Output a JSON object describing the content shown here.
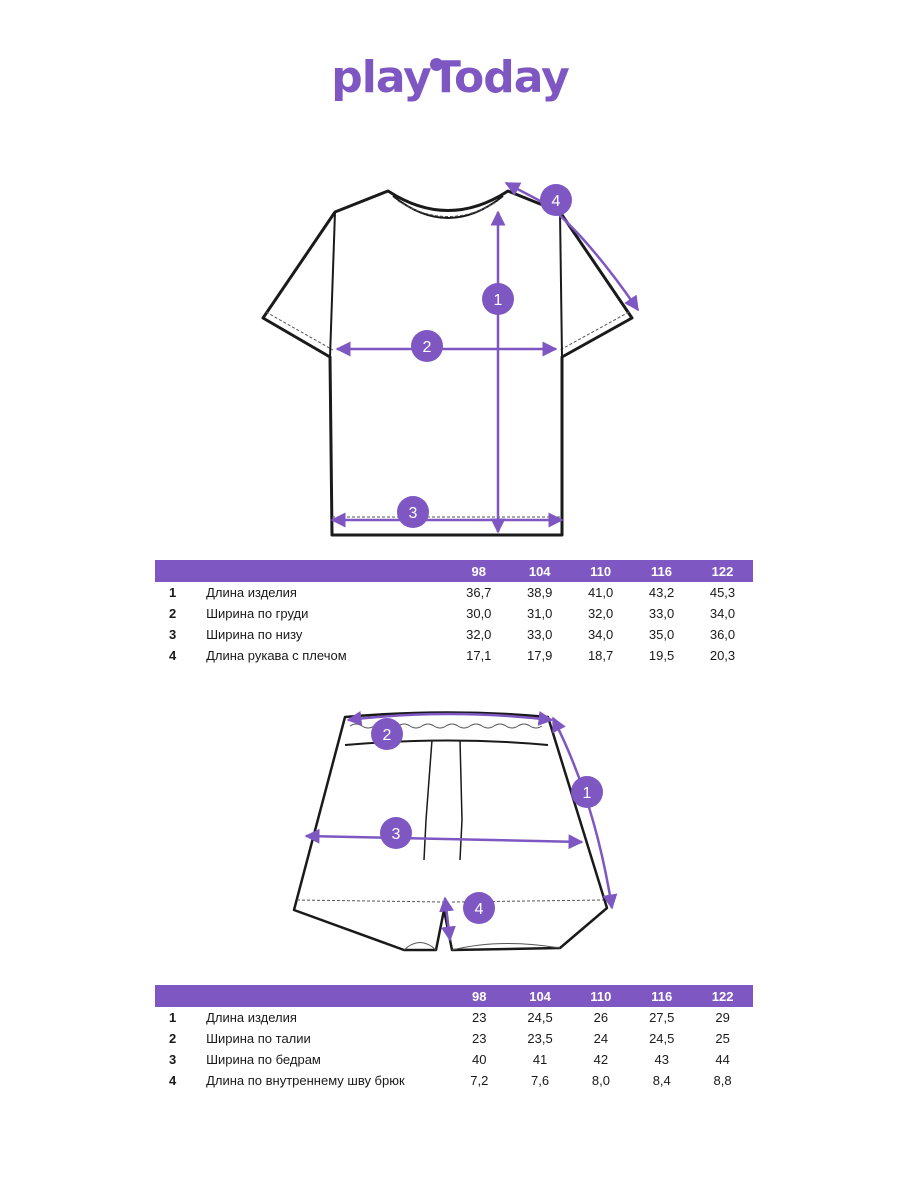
{
  "brand": {
    "name": "playToday"
  },
  "colors": {
    "accent": "#7e57c2",
    "line": "#1a1a1a"
  },
  "top": {
    "markers": [
      "1",
      "2",
      "3",
      "4"
    ],
    "sizes": [
      "98",
      "104",
      "110",
      "116",
      "122"
    ],
    "rows": [
      {
        "num": "1",
        "label": "Длина изделия",
        "values": [
          "36,7",
          "38,9",
          "41,0",
          "43,2",
          "45,3"
        ]
      },
      {
        "num": "2",
        "label": "Ширина по груди",
        "values": [
          "30,0",
          "31,0",
          "32,0",
          "33,0",
          "34,0"
        ]
      },
      {
        "num": "3",
        "label": "Ширина по низу",
        "values": [
          "32,0",
          "33,0",
          "34,0",
          "35,0",
          "36,0"
        ]
      },
      {
        "num": "4",
        "label": "Длина рукава с плечом",
        "values": [
          "17,1",
          "17,9",
          "18,7",
          "19,5",
          "20,3"
        ]
      }
    ]
  },
  "bottom": {
    "markers": [
      "1",
      "2",
      "3",
      "4"
    ],
    "sizes": [
      "98",
      "104",
      "110",
      "116",
      "122"
    ],
    "rows": [
      {
        "num": "1",
        "label": "Длина изделия",
        "values": [
          "23",
          "24,5",
          "26",
          "27,5",
          "29"
        ]
      },
      {
        "num": "2",
        "label": "Ширина по талии",
        "values": [
          "23",
          "23,5",
          "24",
          "24,5",
          "25"
        ]
      },
      {
        "num": "3",
        "label": "Ширина по бедрам",
        "values": [
          "40",
          "41",
          "42",
          "43",
          "44"
        ]
      },
      {
        "num": "4",
        "label": "Длина по внутреннему шву брюк",
        "values": [
          "7,2",
          "7,6",
          "8,0",
          "8,4",
          "8,8"
        ]
      }
    ]
  }
}
